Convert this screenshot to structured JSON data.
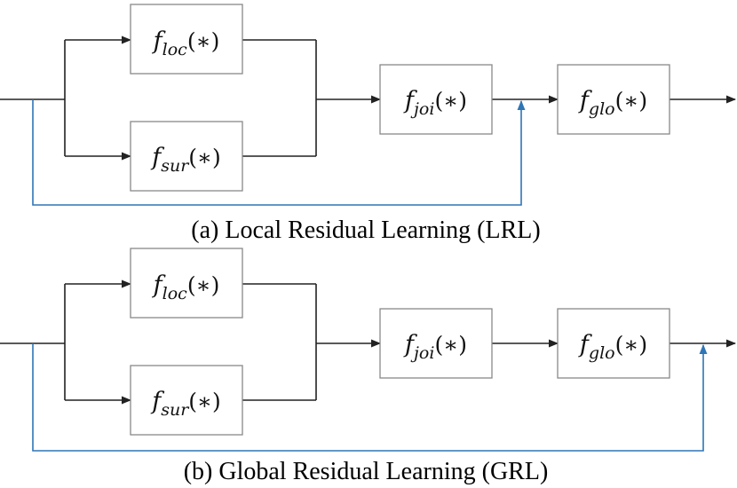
{
  "colors": {
    "main_flow": "#222222",
    "residual_flow": "#2e75b6",
    "box_border": "#888888"
  },
  "panels": [
    {
      "caption": "(a) Local Residual Learning (LRL)",
      "blocks": {
        "loc": {
          "name": "f",
          "sub": "loc",
          "arg": "(∗)"
        },
        "sur": {
          "name": "f",
          "sub": "sur",
          "arg": "(∗)"
        },
        "joi": {
          "name": "f",
          "sub": "joi",
          "arg": "(∗)"
        },
        "glo": {
          "name": "f",
          "sub": "glo",
          "arg": "(∗)"
        }
      },
      "residual_target": "before-glo"
    },
    {
      "caption": "(b) Global Residual Learning (GRL)",
      "blocks": {
        "loc": {
          "name": "f",
          "sub": "loc",
          "arg": "(∗)"
        },
        "sur": {
          "name": "f",
          "sub": "sur",
          "arg": "(∗)"
        },
        "joi": {
          "name": "f",
          "sub": "joi",
          "arg": "(∗)"
        },
        "glo": {
          "name": "f",
          "sub": "glo",
          "arg": "(∗)"
        }
      },
      "residual_target": "after-glo"
    }
  ]
}
